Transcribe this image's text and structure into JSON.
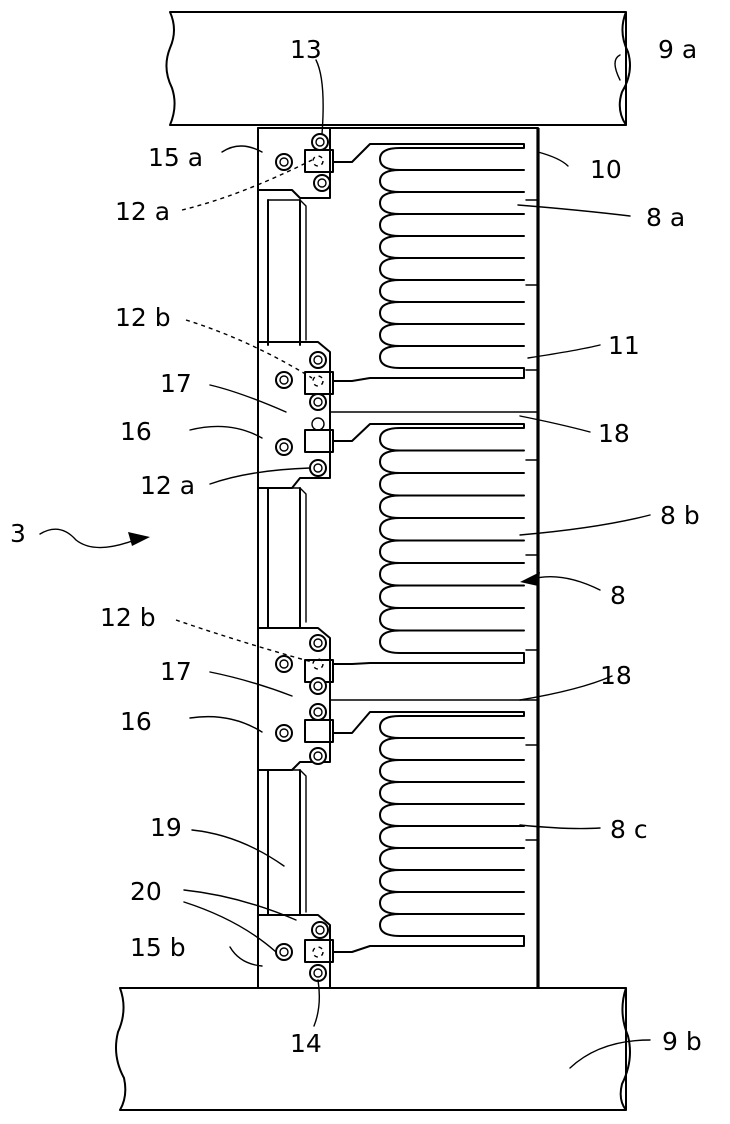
{
  "labels": {
    "l13": "13",
    "l9a": "9 a",
    "l15a": "15 a",
    "l10": "10",
    "l12a_top": "12 a",
    "l8a": "8 a",
    "l12b_top": "12 b",
    "l11": "11",
    "l17_top": "17",
    "l16_top": "16",
    "l18_top": "18",
    "l12a_mid": "12 a",
    "l3": "3",
    "l8b": "8 b",
    "l8": "8",
    "l12b_mid": "12 b",
    "l17_mid": "17",
    "l18_mid": "18",
    "l16_mid": "16",
    "l19": "19",
    "l8c": "8 c",
    "l20": "20",
    "l15b": "15 b",
    "l14": "14",
    "l9b": "9 b"
  }
}
